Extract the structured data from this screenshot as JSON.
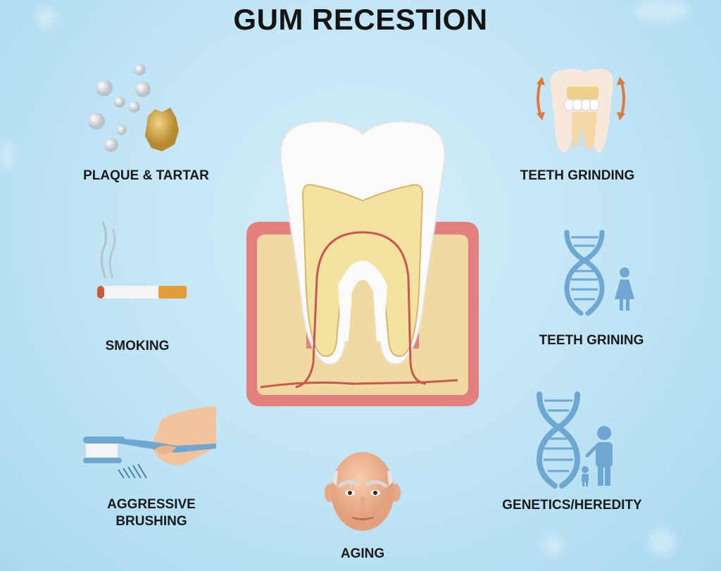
{
  "title": "GUM RECESTION",
  "colors": {
    "background": "#bfe4f5",
    "gum": "#e47f7f",
    "bone": "#f1d9a2",
    "enamel": "#fbfbfb",
    "dentin": "#f3e2a0",
    "nerve": "#c9574f",
    "dna": "#6fa7d3",
    "arrow": "#e07a3c",
    "text": "#1a1a1a"
  },
  "center_diagram": {
    "name": "tooth-cross-section",
    "parts": [
      "enamel",
      "dentin",
      "pulp",
      "nerve",
      "gum",
      "bone"
    ]
  },
  "factors": [
    {
      "label": "PLAQUE & TARTAR",
      "icon": "plaque-tartar-icon"
    },
    {
      "label": "SMOKING",
      "icon": "cigarette-icon"
    },
    {
      "label": "AGGRESSIVE\nBRUSHING",
      "label_line1": "AGGRESSIVE",
      "label_line2": "BRUSHING",
      "icon": "toothbrush-hand-icon"
    },
    {
      "label": "AGING",
      "icon": "elderly-face-icon"
    },
    {
      "label": "TEETH GRINDING",
      "icon": "grinding-tooth-icon"
    },
    {
      "label": "TEETH GRINING",
      "icon": "dna-child-icon"
    },
    {
      "label": "GENETICS/HEREDITY",
      "icon": "dna-family-icon"
    }
  ]
}
